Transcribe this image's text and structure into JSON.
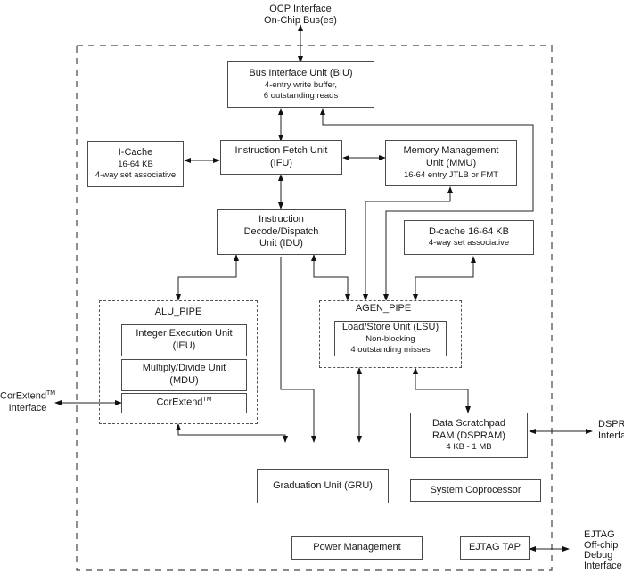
{
  "external": {
    "ocp": [
      "OCP Interface",
      "On-Chip Bus(es)"
    ],
    "corextend_if": [
      "CorExtend",
      "TM",
      "Interface"
    ],
    "dspram_if": [
      "DSPRAM",
      "Interface"
    ],
    "ejtag_if": [
      "EJTAG",
      "Off-chip",
      "Debug",
      "Interface"
    ]
  },
  "blocks": {
    "biu": {
      "title": "Bus Interface Unit (BIU)",
      "lines": [
        "4-entry write buffer,",
        "6 outstanding reads"
      ]
    },
    "icache": {
      "title": "I-Cache",
      "lines": [
        "16-64 KB",
        "4-way set associative"
      ]
    },
    "ifu": {
      "title": "Instruction Fetch Unit",
      "lines": [
        "(IFU)"
      ]
    },
    "mmu": {
      "title": "Memory Management",
      "lines": [
        "Unit (MMU)",
        "16-64 entry JTLB or FMT"
      ]
    },
    "idu": {
      "title": "Instruction",
      "lines": [
        "Decode/Dispatch",
        "Unit (IDU)"
      ]
    },
    "dcache": {
      "title": "D-cache 16-64 KB",
      "lines": [
        "4-way set associative"
      ]
    },
    "alu_pipe": {
      "title": "ALU_PIPE"
    },
    "ieu": {
      "title": "Integer Execution Unit",
      "lines": [
        "(IEU)"
      ]
    },
    "mdu": {
      "title": "Multiply/Divide Unit",
      "lines": [
        "(MDU)"
      ]
    },
    "corextend": {
      "title": "CorExtend",
      "sup": "TM"
    },
    "agen_pipe": {
      "title": "AGEN_PIPE"
    },
    "lsu": {
      "title": "Load/Store Unit (LSU)",
      "lines": [
        "Non-blocking",
        "4 outstanding misses"
      ]
    },
    "dspram": {
      "title": "Data Scratchpad",
      "lines": [
        "RAM (DSPRAM)",
        "4 KB - 1 MB"
      ]
    },
    "gru": {
      "title": "Graduation Unit (GRU)"
    },
    "syscop": {
      "title": "System Coprocessor"
    },
    "power": {
      "title": "Power Management"
    },
    "ejtag_tap": {
      "title": "EJTAG TAP"
    }
  }
}
